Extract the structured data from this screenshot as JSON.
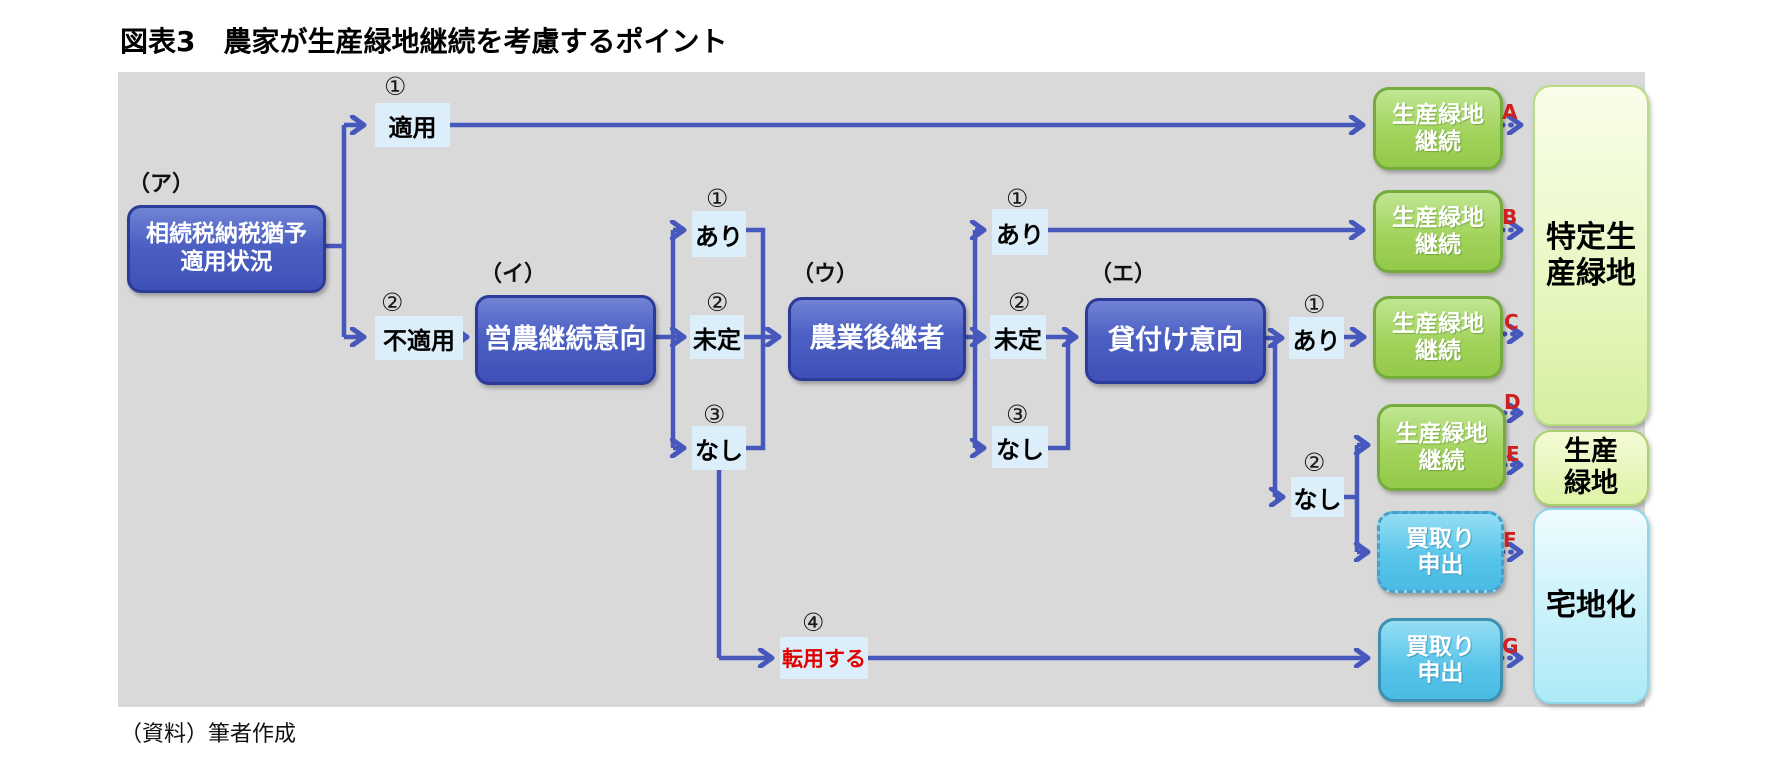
{
  "title": "図表3　農家が生産緑地継続を考慮するポイント",
  "caption": "（資料）筆者作成",
  "markers": {
    "a": "（ア）",
    "i": "（イ）",
    "u": "（ウ）",
    "e": "（エ）"
  },
  "circled": {
    "one": "①",
    "two": "②",
    "three": "③",
    "four": "④"
  },
  "decisions": {
    "inheritance": "相続税納税猶予\n適用状況",
    "farming": "営農継続意向",
    "successor": "農業後継者",
    "lease": "貸付け意向"
  },
  "options": {
    "apply": "適用",
    "not_apply": "不適用",
    "yes": "あり",
    "undecided": "未定",
    "no": "なし",
    "convert": "転用する"
  },
  "outcomes": {
    "continue_green": "生産緑地\n継続",
    "buyback": "買取り\n申出"
  },
  "results": {
    "tokutei": "特定生\n産緑地",
    "seisan": "生産\n緑地",
    "takuchika": "宅地化"
  },
  "routes": [
    "A",
    "B",
    "C",
    "D",
    "E",
    "F",
    "G"
  ],
  "colors": {
    "background_gray": "#d9d9d9",
    "line_blue": "#4758bd",
    "decision_fill": "#4c60c4",
    "decision_border": "#2c3a99",
    "option_fill": "#dceef9",
    "green_fill": "#a2d35c",
    "green_border": "#74ac3d",
    "cyan_fill": "#57c4e9",
    "cyan_border": "#3e8fb0",
    "tokutei_fill": "#e9f8c4",
    "seisan_fill": "#def3a8",
    "takuchika_fill": "#c8f1fa",
    "route_label_red": "#cf2020",
    "convert_text_red": "#e00000"
  }
}
